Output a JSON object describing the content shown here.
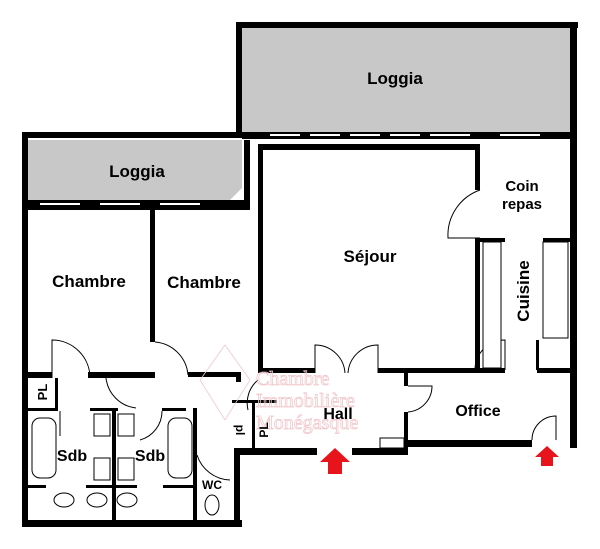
{
  "plan": {
    "rooms": {
      "loggia_top": "Loggia",
      "loggia_left": "Loggia",
      "chambre_1": "Chambre",
      "chambre_2": "Chambre",
      "sejour": "Séjour",
      "coin_repas_line1": "Coin",
      "coin_repas_line2": "repas",
      "cuisine": "Cuisine",
      "hall": "Hall",
      "office": "Office",
      "pl_left": "PL",
      "sdb_1": "Sdb",
      "sdb_2": "Sdb",
      "wc": "WC",
      "pl_hall_1": "pl",
      "pl_hall_2": "PL"
    },
    "watermark": [
      "Chambre",
      "Immobilière",
      "Monégasque"
    ],
    "colors": {
      "wall": "#000000",
      "loggia": "#c8c8c8",
      "entrance_arrow": "#e8141c"
    }
  }
}
